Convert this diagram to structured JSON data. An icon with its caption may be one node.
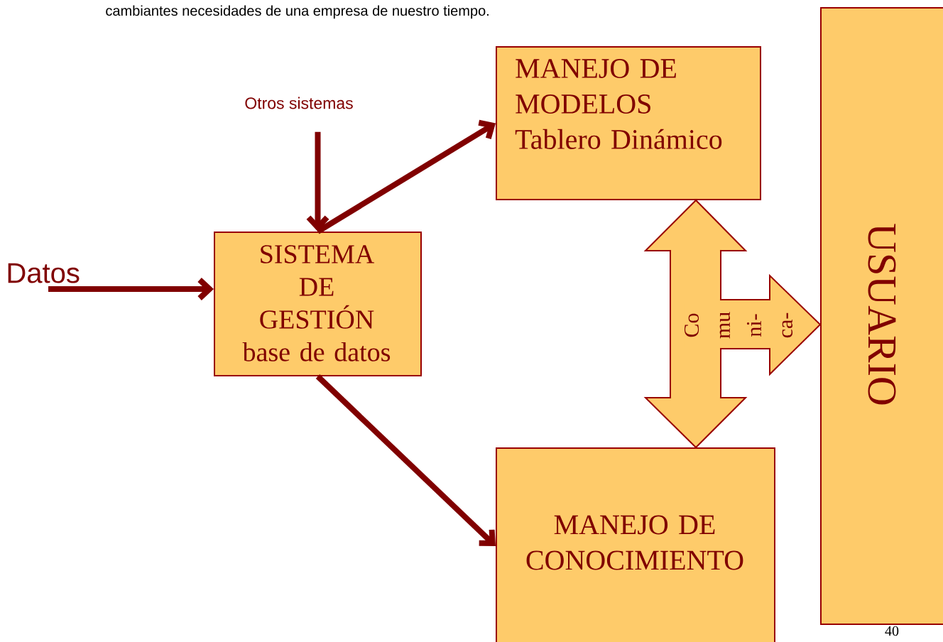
{
  "diagram": {
    "nodes": [
      {
        "text": [
          "SISTEMA DE GESTIÓN",
          "base de datos"
        ]
      },
      {
        "text": [
          "MANEJO DE MODELOS",
          "Tablero Dinámico"
        ]
      },
      {
        "text": [
          "MANEJO DE CONOCIMIENTO"
        ]
      },
      {
        "text": [
          "USUARIO"
        ]
      },
      {
        "text": [
          "Datos"
        ]
      },
      {
        "text": [
          "Otros sistemas"
        ]
      }
    ],
    "edges": [
      {
        "from": 4,
        "to": 0,
        "arrow": "to"
      },
      {
        "from": 5,
        "to": 0,
        "arrow": "to"
      },
      {
        "from": 0,
        "to": 1,
        "arrow": "to"
      },
      {
        "from": 0,
        "to": 2,
        "arrow": "to"
      },
      {
        "from": 1,
        "to": 2,
        "arrow": "both",
        "label": "Co mu ni- ca-"
      },
      {
        "from": 1,
        "to": 3,
        "arrow": "both"
      },
      {
        "from": 2,
        "to": 3,
        "arrow": "both"
      }
    ],
    "labels": [
      "cambiantes necesidades de una empresa de nuestro tiempo.",
      "40"
    ]
  }
}
